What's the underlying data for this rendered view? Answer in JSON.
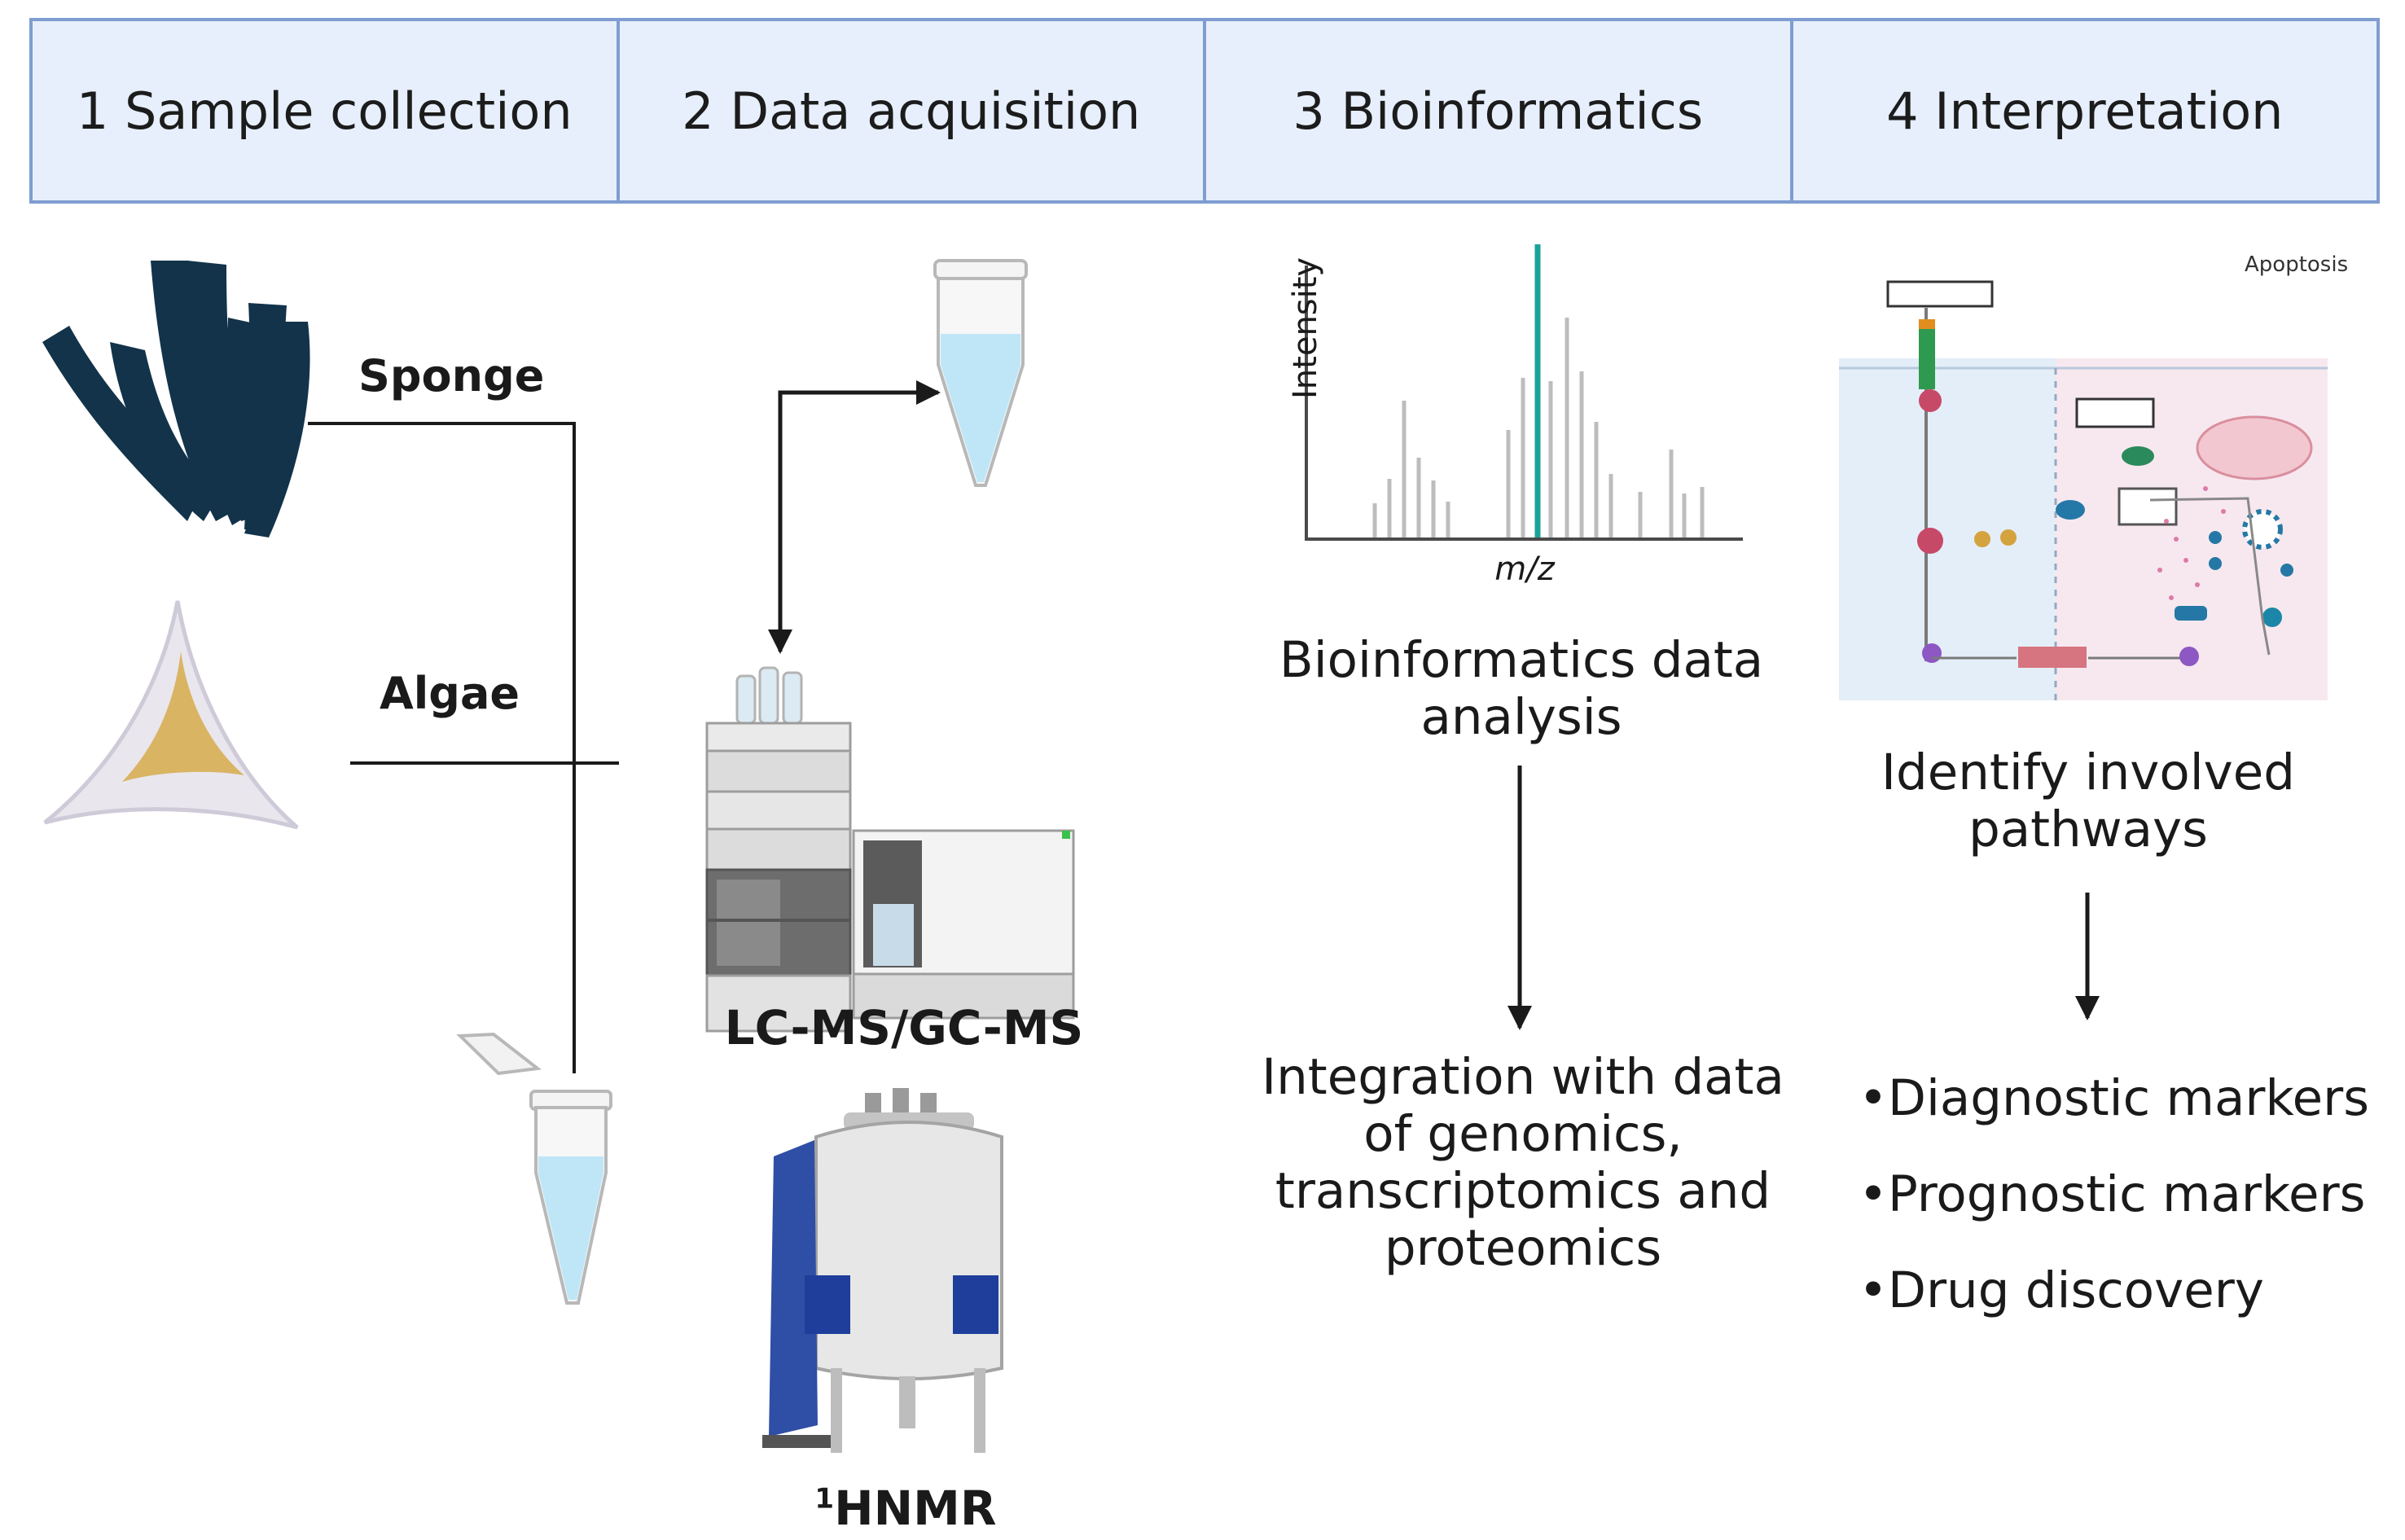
{
  "stages": [
    {
      "label": "1 Sample collection"
    },
    {
      "label": "2 Data acquisition"
    },
    {
      "label": "3 Bioinformatics"
    },
    {
      "label": "4 Interpretation"
    }
  ],
  "samples": {
    "sponge": "Sponge",
    "algae": "Algae"
  },
  "instruments": {
    "lcms": "LC-MS/GC-MS",
    "nmr_sup": "1",
    "nmr": "HNMR"
  },
  "spectrum": {
    "ylabel": "Intensity",
    "xlabel": "m/z",
    "accent_color": "#1aa39a",
    "peak_color": "#bdbdbd"
  },
  "bioinformatics": {
    "analysis_line1": "Bioinformatics data",
    "analysis_line2": "analysis",
    "integration_line1": "Integration with data",
    "integration_line2": "of genomics,",
    "integration_line3": "transcriptomics and",
    "integration_line4": "proteomics"
  },
  "interpretation": {
    "pathway_title": "Apoptosis",
    "identify_line1": "Identify involved",
    "identify_line2": "pathways",
    "bullets": [
      "•Diagnostic markers",
      "•Prognostic markers",
      "•Drug discovery"
    ]
  },
  "colors": {
    "header_fill": "#e6effb",
    "header_border": "#7f9dd1",
    "sponge": "#12334a",
    "algae_shell": "#e9e6ee",
    "algae_core": "#d9b463",
    "tube_liquid": "#bfe6f7"
  }
}
